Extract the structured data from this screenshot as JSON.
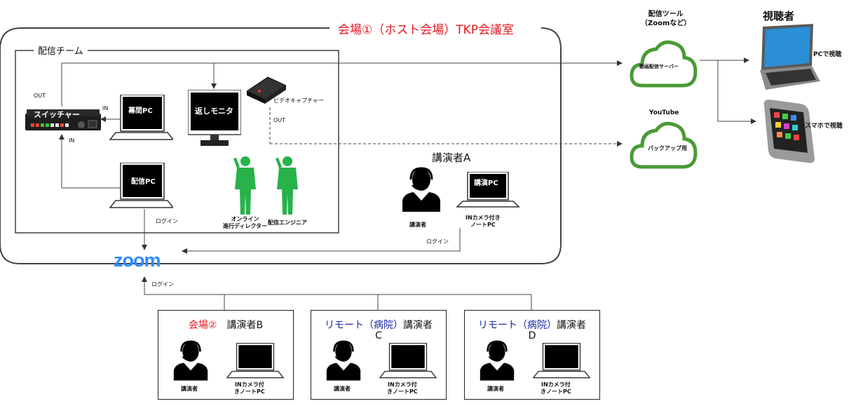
{
  "venue_title": "会場①（ホスト会場）TKP会議室",
  "team_label": "配信チーム",
  "devices": {
    "switcher": "スイッチャー",
    "caption_pc": "幕間PC",
    "return_monitor": "返しモニタ",
    "video_capture": "ビデオキャプチャー",
    "stream_pc": "配信PC",
    "speaker_a_pc": "講演PC"
  },
  "ports": {
    "out_switcher": "OUT",
    "in_from_caption": "IN",
    "in_from_stream": "IN",
    "out_capture": "OUT"
  },
  "staff": {
    "director": "オンライン\n進行ディレクター",
    "engineer": "配信エンジニア"
  },
  "speaker_a": {
    "title": "講演者A",
    "person": "講演者",
    "laptop": "INカメラ付き\nノートPC"
  },
  "login_labels": {
    "stream_pc": "ログイン",
    "speaker_a": "ログイン",
    "remote": "ログイン"
  },
  "zoom_logo": "zoom",
  "distribution": {
    "tool_title": "配信ツール\n（Zoomなど）",
    "server": "動画配信サーバー",
    "backup_title": "YouTube",
    "backup": "バックアップ用"
  },
  "viewers": {
    "title": "視聴者",
    "pc": "PCで視聴",
    "phone": "スマホで視聴"
  },
  "remote_speakers": [
    {
      "prefix": "会場②",
      "name": "講演者B",
      "line2": "",
      "prefix_color": "red",
      "person": "講演者",
      "laptop": "INカメラ付\nきノートPC"
    },
    {
      "prefix": "リモート（病院）",
      "name": "講演者",
      "line2": "C",
      "prefix_color": "blue",
      "person": "講演者",
      "laptop": "INカメラ付\nきノートPC"
    },
    {
      "prefix": "リモート（病院）",
      "name": "講演者",
      "line2": "D",
      "prefix_color": "blue",
      "person": "講演者",
      "laptop": "INカメラ付\nきノートPC"
    }
  ],
  "colors": {
    "accent_red": "#e8141b",
    "remote_blue": "#1a28a8",
    "cloud_green": "#4a9a36",
    "staff_green": "#27b24a",
    "zoom_blue": "#2d8cff"
  }
}
